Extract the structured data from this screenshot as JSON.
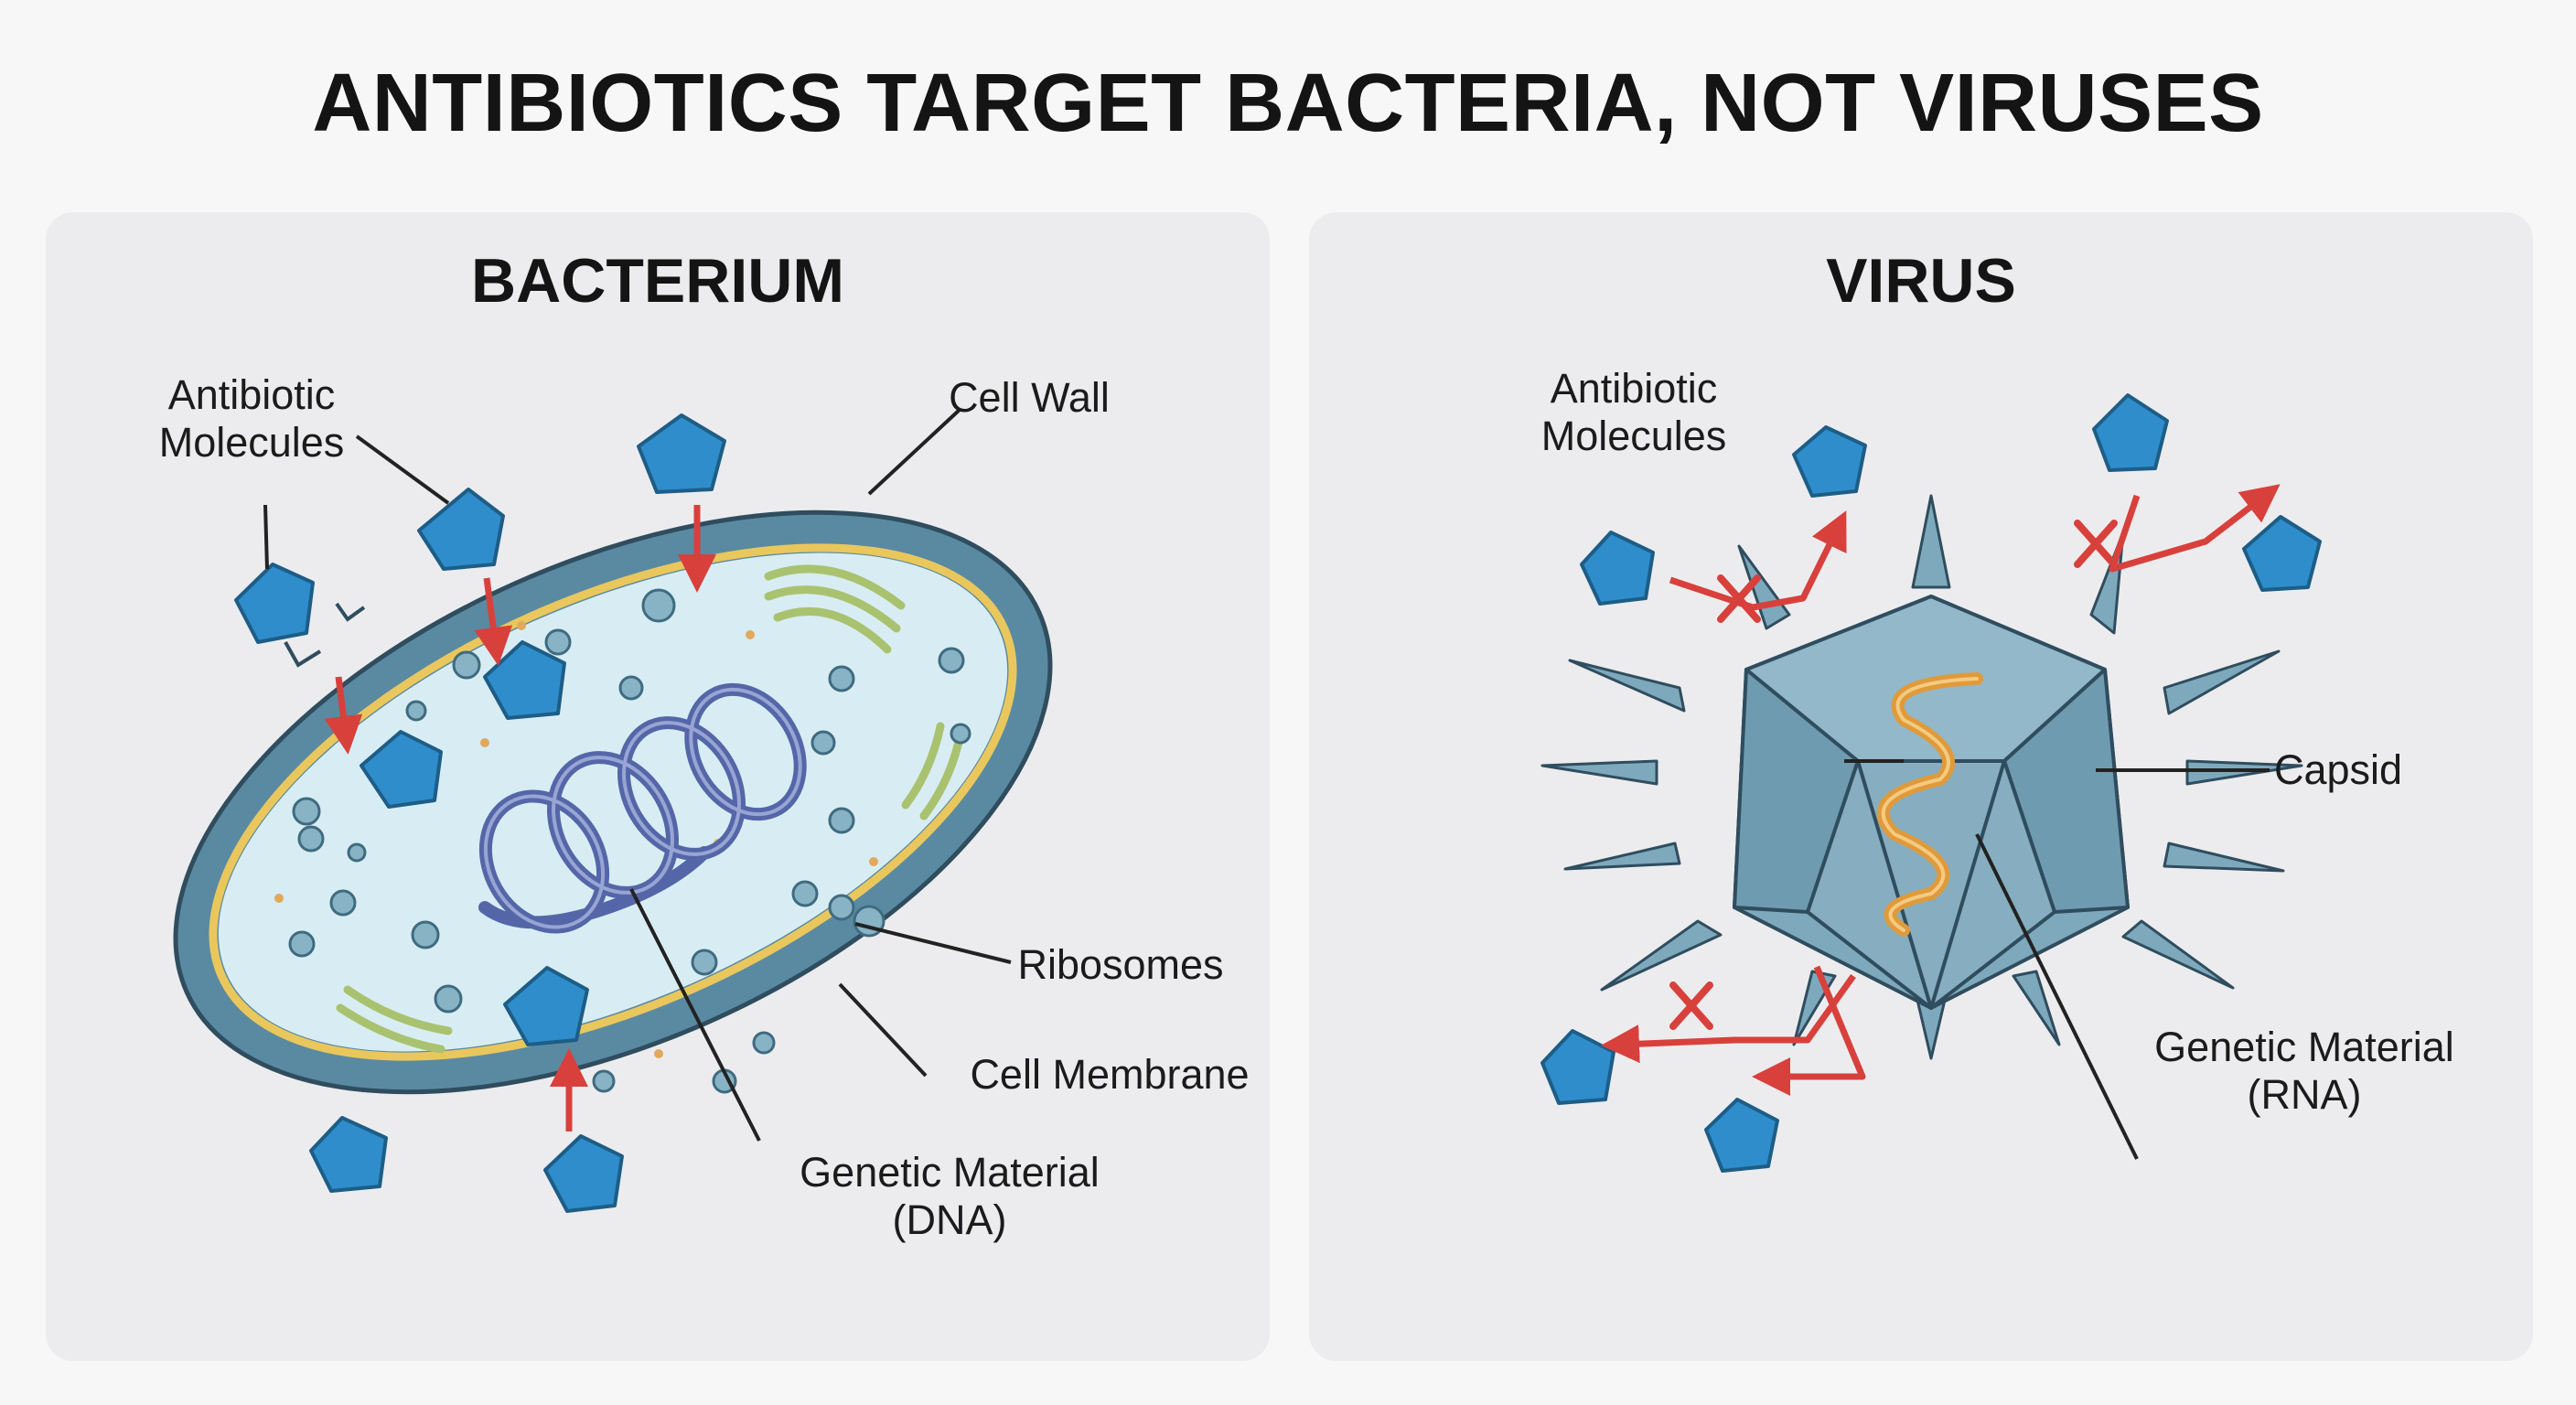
{
  "title": "ANTIBIOTICS TARGET BACTERIA, NOT VIRUSES",
  "panels": {
    "bacterium": {
      "title": "BACTERIUM",
      "labels": {
        "antibiotic": [
          "Antibiotic",
          "Molecules"
        ],
        "cell_wall": "Cell Wall",
        "ribosomes": "Ribosomes",
        "cell_membrane": "Cell Membrane",
        "genetic_material": [
          "Genetic Material",
          "(DNA)"
        ]
      }
    },
    "virus": {
      "title": "VIRUS",
      "labels": {
        "antibiotic": [
          "Antibiotic",
          "Molecules"
        ],
        "capsid": "Capsid",
        "genetic_material": [
          "Genetic Material",
          "(RNA)"
        ]
      }
    }
  },
  "colors": {
    "antibiotic": "#2f8dcb",
    "cell_wall": "#5a8aa2",
    "membrane": "#eac75c",
    "cytoplasm": "#d8edf3",
    "dna": "#5566a8",
    "ribosome": "#88b3c5",
    "plasmid": "#a9c270",
    "arrow": "#d8403c",
    "capsid": "#7ea9bd",
    "rna": "#e09a3a"
  }
}
